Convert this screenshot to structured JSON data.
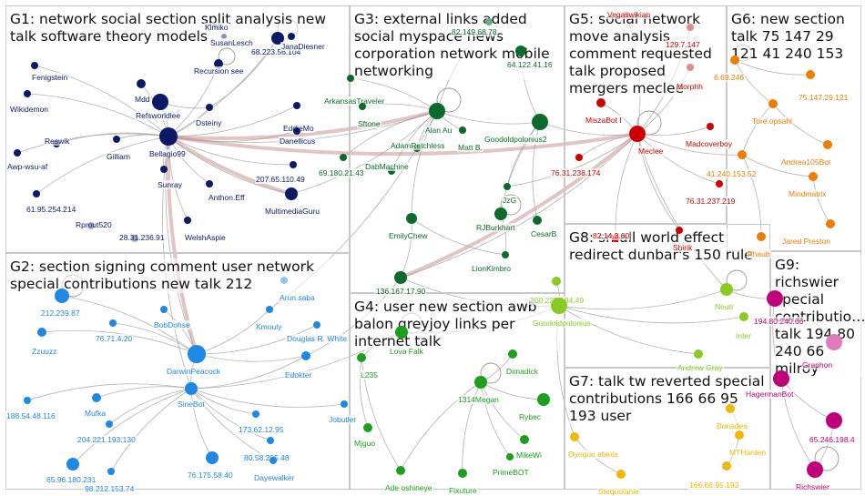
{
  "groups": [
    {
      "id": "g1",
      "title": "G1: network social section split analysis new talk software theory models",
      "color": "#0b1a66"
    },
    {
      "id": "g2",
      "title": "G2: section signing comment user network special contributions new talk 212",
      "color": "#1e88e5"
    },
    {
      "id": "g3",
      "title": "G3: external links added social myspace news corporation network mobile networking",
      "color": "#0a6b2a"
    },
    {
      "id": "g4",
      "title": "G4: user new section awb balon greyjoy links per internet talk",
      "color": "#1aa01a"
    },
    {
      "id": "g5",
      "title": "G5: social network move analysis comment requested talk proposed mergers meclee",
      "color": "#cc0000"
    },
    {
      "id": "g6",
      "title": "G6: new section talk 75 147 29 121 41 240 153",
      "color": "#ee7d00"
    },
    {
      "id": "g7",
      "title": "G7: talk tw reverted special contributions 166 66 95 193 user",
      "color": "#f2b700"
    },
    {
      "id": "g8",
      "title": "G8: small world effect redirect dunbar's 150 rule",
      "color": "#88cc22"
    },
    {
      "id": "g9",
      "title": "G9: richswier special contributio… talk 194 80 240 66 milroy",
      "color": "#c0007a"
    }
  ],
  "nodes": [
    {
      "id": "Kimiko",
      "label": "Kimiko",
      "g": "g1",
      "c": "#8a8fc0"
    },
    {
      "id": "SusanLesch",
      "label": "SusanLesch",
      "g": "g1",
      "c": "#8a8fc0"
    },
    {
      "id": "Recursion",
      "label": "Recursion see",
      "g": "g1",
      "c": "#0b1a66"
    },
    {
      "id": "ip68",
      "label": "68.223.56.104",
      "g": "g1",
      "c": "#0b1a66"
    },
    {
      "id": "JanaDiesner",
      "label": "JanaDiesner",
      "g": "g1",
      "c": "#0b1a66"
    },
    {
      "id": "Fenigstein",
      "label": "Fenigstein",
      "g": "g1",
      "c": "#0b1a66"
    },
    {
      "id": "Mdd",
      "label": "Mdd",
      "g": "g1",
      "c": "#0b1a66"
    },
    {
      "id": "Refsworldlee",
      "label": "Refsworldlee",
      "g": "g1",
      "c": "#0b1a66"
    },
    {
      "id": "Wikidemon",
      "label": "Wikidemon",
      "g": "g1",
      "c": "#0b1a66"
    },
    {
      "id": "Dsteiny",
      "label": "Dsteiny",
      "g": "g1",
      "c": "#0b1a66"
    },
    {
      "id": "EddieMo",
      "label": "EddieMo",
      "g": "g1",
      "c": "#0b1a66"
    },
    {
      "id": "Gilliam",
      "label": "Gilliam",
      "g": "g1",
      "c": "#0b1a66"
    },
    {
      "id": "Bellagio99",
      "label": "Bellagio99",
      "g": "g1",
      "c": "#0b1a66"
    },
    {
      "id": "Danellicus",
      "label": "Danellicus",
      "g": "g1",
      "c": "#0b1a66"
    },
    {
      "id": "Awp",
      "label": "Awp-wsu-af",
      "g": "g1",
      "c": "#0b1a66"
    },
    {
      "id": "Reswik",
      "label": "Reswik",
      "g": "g1",
      "c": "#0b1a66"
    },
    {
      "id": "Sunray",
      "label": "Sunray",
      "g": "g1",
      "c": "#0b1a66"
    },
    {
      "id": "ip207",
      "label": "207.65.110.49",
      "g": "g1",
      "c": "#0b1a66"
    },
    {
      "id": "AnthonEff",
      "label": "Anthon.Eff",
      "g": "g1",
      "c": "#0b1a66"
    },
    {
      "id": "ip61",
      "label": "61.95.254.214",
      "g": "g1",
      "c": "#0b1a66"
    },
    {
      "id": "WelshAspie",
      "label": "WelshAspie",
      "g": "g1",
      "c": "#0b1a66"
    },
    {
      "id": "MMGuru",
      "label": "MultimediaGuru",
      "g": "g1",
      "c": "#0b1a66"
    },
    {
      "id": "Rprout520",
      "label": "Rprout520",
      "g": "g1",
      "c": "#0b1a66"
    },
    {
      "id": "ip28",
      "label": "28.31.236.91",
      "g": "g1",
      "c": "#0b1a66"
    },
    {
      "id": "ip82",
      "label": "82.149.68.78",
      "g": "g3",
      "c": "#6aaa88"
    },
    {
      "id": "ip64",
      "label": "64.122.41.16",
      "g": "g3",
      "c": "#0a6b2a"
    },
    {
      "id": "Arkansas",
      "label": "ArkansasTraveler",
      "g": "g3",
      "c": "#0a6b2a"
    },
    {
      "id": "Sftone",
      "label": "Sftone",
      "g": "g3",
      "c": "#0a6b2a"
    },
    {
      "id": "AlanAu",
      "label": "Alan Au",
      "g": "g3",
      "c": "#0a6b2a"
    },
    {
      "id": "MattB",
      "label": "Matt B.",
      "g": "g3",
      "c": "#0a6b2a"
    },
    {
      "id": "Goodold2",
      "label": "Goodoldpolonius2",
      "g": "g3",
      "c": "#0a6b2a"
    },
    {
      "id": "AdamRetchless",
      "label": "AdamRetchless",
      "g": "g3",
      "c": "#0a6b2a"
    },
    {
      "id": "ip69",
      "label": "69.180.21.43",
      "g": "g3",
      "c": "#0a6b2a"
    },
    {
      "id": "JzG",
      "label": "JzG",
      "g": "g3",
      "c": "#0a6b2a"
    },
    {
      "id": "DabMachine",
      "label": "DabMachine",
      "g": "g3",
      "c": "#0a6b2a"
    },
    {
      "id": "CesarB",
      "label": "CesarB",
      "g": "g3",
      "c": "#0a6b2a"
    },
    {
      "id": "RJBurkhart",
      "label": "RJBurkhart",
      "g": "g3",
      "c": "#0a6b2a"
    },
    {
      "id": "EmilyChew",
      "label": "EmilyChew",
      "g": "g3",
      "c": "#0a6b2a"
    },
    {
      "id": "LionKimbro",
      "label": "LionKimbro",
      "g": "g3",
      "c": "#0a6b2a"
    },
    {
      "id": "ip136",
      "label": "136.167.17.90",
      "g": "g3",
      "c": "#0a6b2a"
    },
    {
      "id": "Vegaswikian",
      "label": "Vegaswikian",
      "g": "g5",
      "c": "#e08a8a"
    },
    {
      "id": "ip129",
      "label": "129.7.147",
      "g": "g5",
      "c": "#e08a8a"
    },
    {
      "id": "Morphh",
      "label": "Morphh",
      "g": "g5",
      "c": "#e08a8a"
    },
    {
      "id": "MiszaBot",
      "label": "MiszaBot I",
      "g": "g5",
      "c": "#cc0000"
    },
    {
      "id": "Meclee",
      "label": "Meclee",
      "g": "g5",
      "c": "#cc0000"
    },
    {
      "id": "Madcoverboy",
      "label": "Madcoverboy",
      "g": "g5",
      "c": "#cc0000"
    },
    {
      "id": "ip76174",
      "label": "76.31.238.174",
      "g": "g5",
      "c": "#cc0000"
    },
    {
      "id": "ip76219",
      "label": "76.31.237.219",
      "g": "g5",
      "c": "#cc0000"
    },
    {
      "id": "Shirik",
      "label": "Shirik",
      "g": "g5",
      "c": "#cc0000"
    },
    {
      "id": "ip82_14",
      "label": "82.14.3.60",
      "g": "g5",
      "c": "#cc0000"
    },
    {
      "id": "ip6",
      "label": "6.69.246",
      "g": "g6",
      "c": "#ee7d00"
    },
    {
      "id": "ip75",
      "label": "75.147.29.121",
      "g": "g6",
      "c": "#ee7d00"
    },
    {
      "id": "Tore",
      "label": "Tore.opsahl",
      "g": "g6",
      "c": "#ee7d00"
    },
    {
      "id": "Andrea105",
      "label": "Andrea105Bot",
      "g": "g6",
      "c": "#ee7d00"
    },
    {
      "id": "ip41",
      "label": "41.240.153.52",
      "g": "g6",
      "c": "#ee7d00"
    },
    {
      "id": "Mindmatrix",
      "label": "Mindmatrix",
      "g": "g6",
      "c": "#ee7d00"
    },
    {
      "id": "JaredPreston",
      "label": "Jared Preston",
      "g": "g6",
      "c": "#ee7d00"
    },
    {
      "id": "Phaub",
      "label": "Phaub",
      "g": "g6",
      "c": "#ee7d00"
    },
    {
      "id": "ip212",
      "label": "212.239.87",
      "g": "g2",
      "c": "#1e88e5"
    },
    {
      "id": "BobDohse",
      "label": "BobDohse",
      "g": "g2",
      "c": "#1e88e5"
    },
    {
      "id": "Kmouly",
      "label": "Kmouly",
      "g": "g2",
      "c": "#1e88e5"
    },
    {
      "id": "Zzuuzz",
      "label": "Zzuuzz",
      "g": "g2",
      "c": "#1e88e5"
    },
    {
      "id": "ip76_71",
      "label": "76.71.4.20",
      "g": "g2",
      "c": "#1e88e5"
    },
    {
      "id": "DouglasWhite",
      "label": "Douglas R. White",
      "g": "g2",
      "c": "#1e88e5"
    },
    {
      "id": "DarwinPeacock",
      "label": "DarwinPeacock",
      "g": "g2",
      "c": "#1e88e5"
    },
    {
      "id": "Edokter",
      "label": "Edokter",
      "g": "g2",
      "c": "#1e88e5"
    },
    {
      "id": "SineBot",
      "label": "SineBot",
      "g": "g2",
      "c": "#1e88e5"
    },
    {
      "id": "ip188",
      "label": "188.54.48.116",
      "g": "g2",
      "c": "#1e88e5"
    },
    {
      "id": "Mufka",
      "label": "Mufka",
      "g": "g2",
      "c": "#1e88e5"
    },
    {
      "id": "Jobutler",
      "label": "Jobutler",
      "g": "g2",
      "c": "#1e88e5"
    },
    {
      "id": "ip204",
      "label": "204.221.193.130",
      "g": "g2",
      "c": "#1e88e5"
    },
    {
      "id": "ip173",
      "label": "173.62.12.95",
      "g": "g2",
      "c": "#1e88e5"
    },
    {
      "id": "ip80",
      "label": "80.58.205.48",
      "g": "g2",
      "c": "#1e88e5"
    },
    {
      "id": "ip65",
      "label": "65.96.180.231",
      "g": "g2",
      "c": "#1e88e5"
    },
    {
      "id": "ip98",
      "label": "98.212.153.74",
      "g": "g2",
      "c": "#1e88e5"
    },
    {
      "id": "ip76_175",
      "label": "76.175.58.40",
      "g": "g2",
      "c": "#1e88e5"
    },
    {
      "id": "Dayewalker",
      "label": "Dayewalker",
      "g": "g2",
      "c": "#1e88e5"
    },
    {
      "id": "ArunSaba",
      "label": "Arun.saba",
      "g": "g2",
      "c": "#8fc4f0"
    },
    {
      "id": "LovaFalk",
      "label": "Lova Falk",
      "g": "g4",
      "c": "#1aa01a"
    },
    {
      "id": "L235",
      "label": "L235",
      "g": "g4",
      "c": "#1aa01a"
    },
    {
      "id": "Dimadick",
      "label": "Dimadick",
      "g": "g4",
      "c": "#1aa01a"
    },
    {
      "id": "Megan",
      "label": "1314Megan",
      "g": "g4",
      "c": "#1aa01a"
    },
    {
      "id": "Rybec",
      "label": "Rybec",
      "g": "g4",
      "c": "#1aa01a"
    },
    {
      "id": "Mjguo",
      "label": "Mjguo",
      "g": "g4",
      "c": "#1aa01a"
    },
    {
      "id": "MikeWi",
      "label": "MikeWi",
      "g": "g4",
      "c": "#1aa01a"
    },
    {
      "id": "PrimeBOT",
      "label": "PrimeBOT",
      "g": "g4",
      "c": "#1aa01a"
    },
    {
      "id": "AdeOshineye",
      "label": "Ade oshineye",
      "g": "g4",
      "c": "#1aa01a"
    },
    {
      "id": "Fixuture",
      "label": "Fixuture",
      "g": "g4",
      "c": "#1aa01a"
    },
    {
      "id": "ip200",
      "label": "200.225.194.49",
      "g": "g8",
      "c": "#88cc22"
    },
    {
      "id": "GoodoldPol",
      "label": "Goodoldpolonius",
      "g": "g8",
      "c": "#88cc22"
    },
    {
      "id": "Neutr",
      "label": "Neutr",
      "g": "g8",
      "c": "#88cc22"
    },
    {
      "id": "Inter",
      "label": "Inter",
      "g": "g8",
      "c": "#88cc22"
    },
    {
      "id": "AndrewGray",
      "label": "Andrew Gray",
      "g": "g8",
      "c": "#88cc22"
    },
    {
      "id": "Oyegun",
      "label": "Oyegun abiola",
      "g": "g7",
      "c": "#f2b700"
    },
    {
      "id": "Stequolanie",
      "label": "Stequolanie",
      "g": "g7",
      "c": "#f2b700"
    },
    {
      "id": "ip166",
      "label": "166.66.95.193",
      "g": "g7",
      "c": "#f2b700"
    },
    {
      "id": "MTHarden",
      "label": "MTHarden",
      "g": "g7",
      "c": "#f2b700"
    },
    {
      "id": "Bonadea",
      "label": "Bonadea",
      "g": "g7",
      "c": "#f2b700"
    },
    {
      "id": "ip194",
      "label": "194.80.240.66",
      "g": "g9",
      "c": "#c0007a"
    },
    {
      "id": "HagermanBot",
      "label": "HagermanBot",
      "g": "g9",
      "c": "#c0007a"
    },
    {
      "id": "ip65_246",
      "label": "65.246.198.4",
      "g": "g9",
      "c": "#c0007a"
    },
    {
      "id": "Richswier",
      "label": "Richswier",
      "g": "g9",
      "c": "#c0007a"
    },
    {
      "id": "Graphon",
      "label": "Graphon",
      "g": "g9",
      "c": "#e07ab8"
    }
  ]
}
